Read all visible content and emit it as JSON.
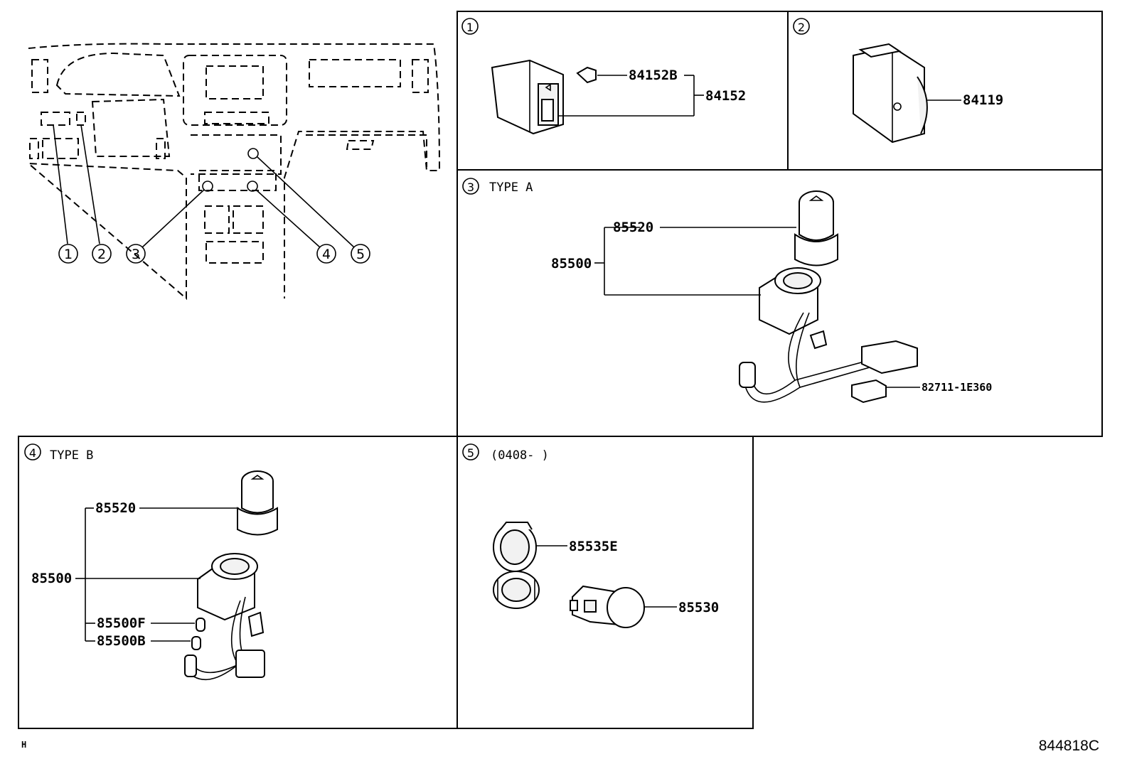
{
  "overview": {
    "callouts": [
      "1",
      "2",
      "3",
      "4",
      "5"
    ]
  },
  "panel1": {
    "index": "1",
    "parts": [
      "84152B",
      "84152"
    ]
  },
  "panel2": {
    "index": "2",
    "parts": [
      "84119"
    ]
  },
  "panel3": {
    "index": "3",
    "title": "TYPE A",
    "parts": [
      "85520",
      "85500",
      "82711-1E360"
    ]
  },
  "panel4": {
    "index": "4",
    "title": "TYPE B",
    "parts": [
      "85520",
      "85500",
      "85500F",
      "85500B"
    ]
  },
  "panel5": {
    "index": "5",
    "title": "(0408-      )",
    "parts": [
      "85535E",
      "85530"
    ]
  },
  "footer": {
    "left_mark": "H",
    "diagram_id": "844818C"
  }
}
